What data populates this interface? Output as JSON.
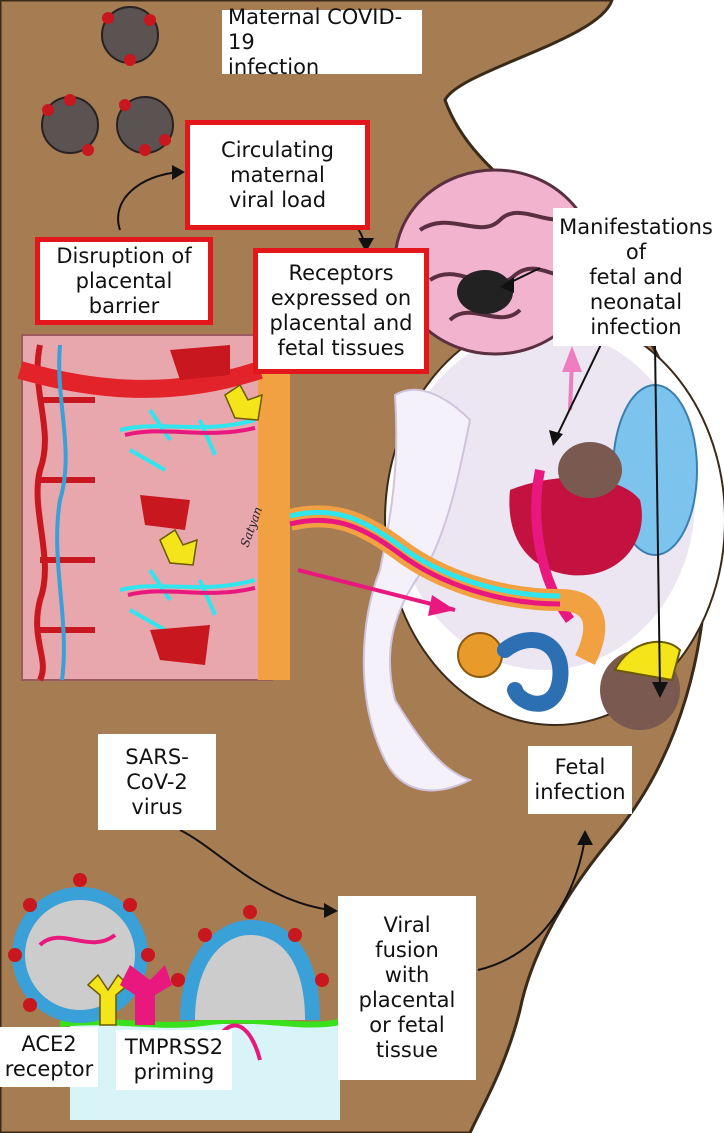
{
  "labels": {
    "maternal_infection": "Maternal COVID-19\ninfection",
    "circulating_viral_load": "Circulating\nmaternal\nviral load",
    "disruption": "Disruption of\nplacental\nbarrier",
    "receptors": "Receptors\nexpressed on\nplacental and\nfetal tissues",
    "manifestations": "Manifestations\nof\nfetal and\nneonatal\ninfection",
    "sars_virus": "SARS-\nCoV-2\nvirus",
    "fetal_infection": "Fetal\ninfection",
    "viral_fusion": "Viral\nfusion\nwith\nplacental\nor fetal\ntissue",
    "ace2": "ACE2\nreceptor",
    "tmprss2": "TMPRSS2\npriming"
  },
  "signature": "Satyan",
  "colors": {
    "uterus": "#a67c52",
    "placenta": "#e8a6ad",
    "artery": "#c8171f",
    "vein": "#3aa0d8",
    "cyan": "#2fe6ee",
    "magenta": "#e8187e",
    "box_border": "#e3161b",
    "membrane": "#39e11c",
    "virus_body": "#5a5352",
    "brain": "#f2b3cf",
    "fetus": "#ece6f3"
  }
}
